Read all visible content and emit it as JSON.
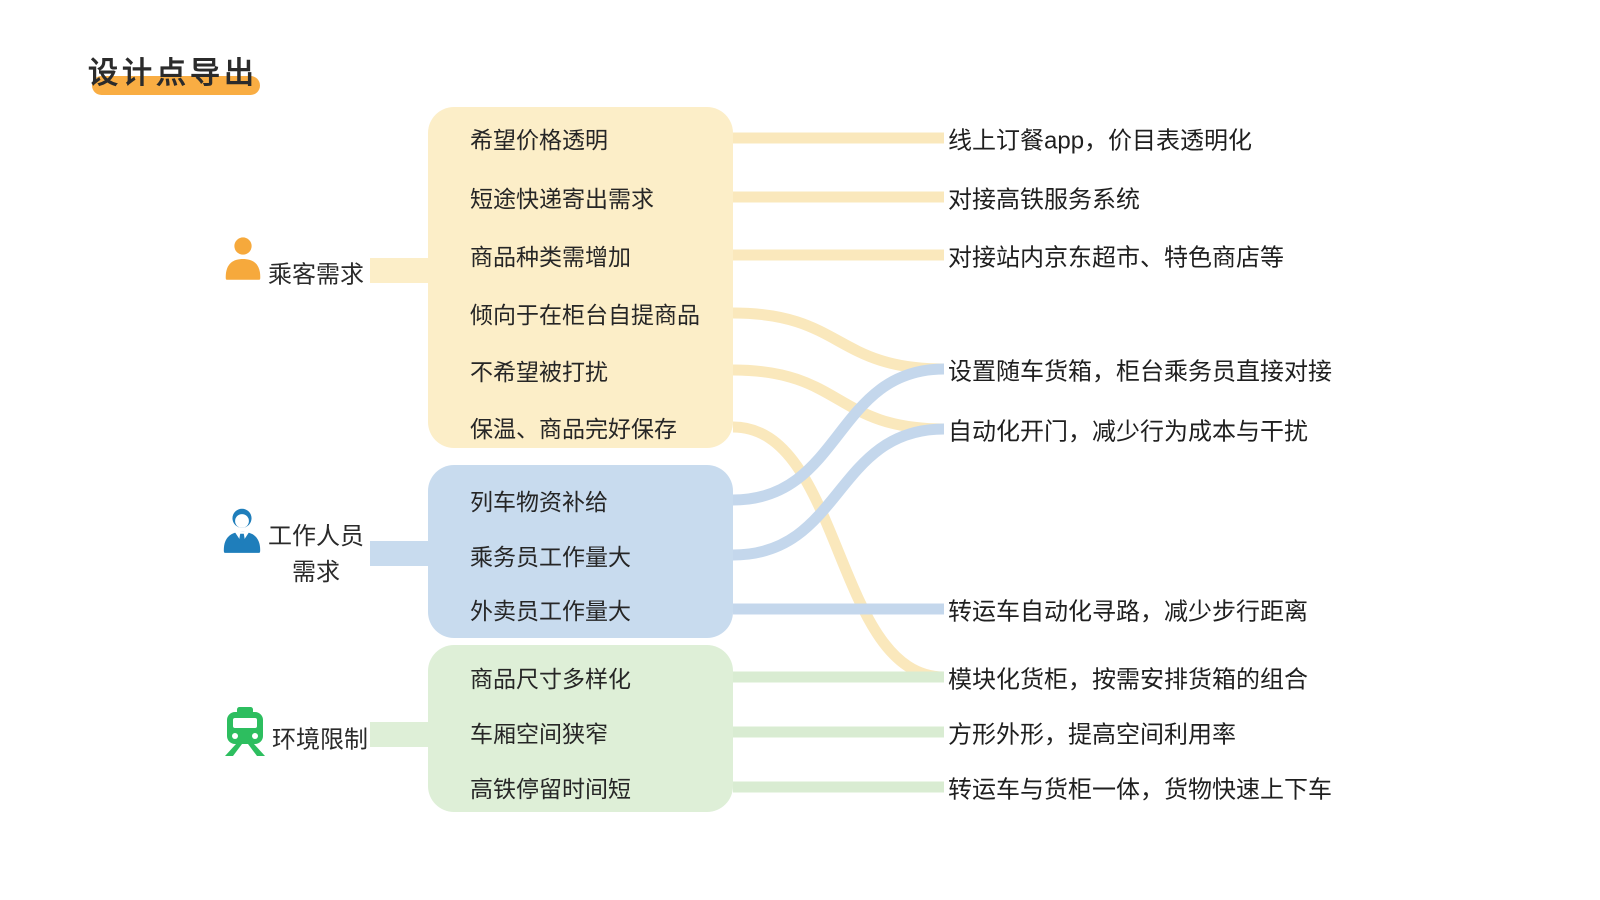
{
  "title": {
    "text": "设计点导出"
  },
  "colors": {
    "highlight": "#F9AD43",
    "text": "#262626",
    "passenger_box": "#FCEEC8",
    "passenger_line": "#FAE8BC",
    "passenger_icon": "#F6A93C",
    "staff_box": "#C8DBEE",
    "staff_line": "#C4D7EC",
    "staff_icon": "#1F7EBB",
    "environment_box": "#DEEFD7",
    "environment_line": "#D9ECD2",
    "environment_icon": "#2DBE5F"
  },
  "groups": [
    {
      "id": "passenger",
      "label_lines": [
        "乘客需求"
      ],
      "icon": "person-icon",
      "items": [
        "希望价格透明",
        "短途快递寄出需求",
        "商品种类需增加",
        "倾向于在柜台自提商品",
        "不希望被打扰",
        "保温、商品完好保存"
      ]
    },
    {
      "id": "staff",
      "label_lines": [
        "工作人员",
        "需求"
      ],
      "icon": "worker-icon",
      "items": [
        "列车物资补给",
        "乘务员工作量大",
        "外卖员工作量大"
      ]
    },
    {
      "id": "environment",
      "label_lines": [
        "环境限制"
      ],
      "icon": "train-icon",
      "items": [
        "商品尺寸多样化",
        "车厢空间狭窄",
        "高铁停留时间短"
      ]
    }
  ],
  "outputs": [
    "线上订餐app，价目表透明化",
    "对接高铁服务系统",
    "对接站内京东超市、特色商店等",
    "设置随车货箱，柜台乘务员直接对接",
    "自动化开门，减少行为成本与干扰",
    "转运车自动化寻路，减少步行距离",
    "模块化货柜，按需安排货箱的组合",
    "方形外形，提高空间利用率",
    "转运车与货柜一体，货物快速上下车"
  ],
  "connections": [
    {
      "group": "passenger",
      "item": 0,
      "output": 0
    },
    {
      "group": "passenger",
      "item": 1,
      "output": 1
    },
    {
      "group": "passenger",
      "item": 2,
      "output": 2
    },
    {
      "group": "passenger",
      "item": 3,
      "output": 3
    },
    {
      "group": "passenger",
      "item": 4,
      "output": 4
    },
    {
      "group": "passenger",
      "item": 5,
      "output": 6
    },
    {
      "group": "staff",
      "item": 0,
      "output": 3
    },
    {
      "group": "staff",
      "item": 1,
      "output": 4
    },
    {
      "group": "staff",
      "item": 2,
      "output": 5
    },
    {
      "group": "environment",
      "item": 0,
      "output": 6
    },
    {
      "group": "environment",
      "item": 1,
      "output": 7
    },
    {
      "group": "environment",
      "item": 2,
      "output": 8
    }
  ]
}
